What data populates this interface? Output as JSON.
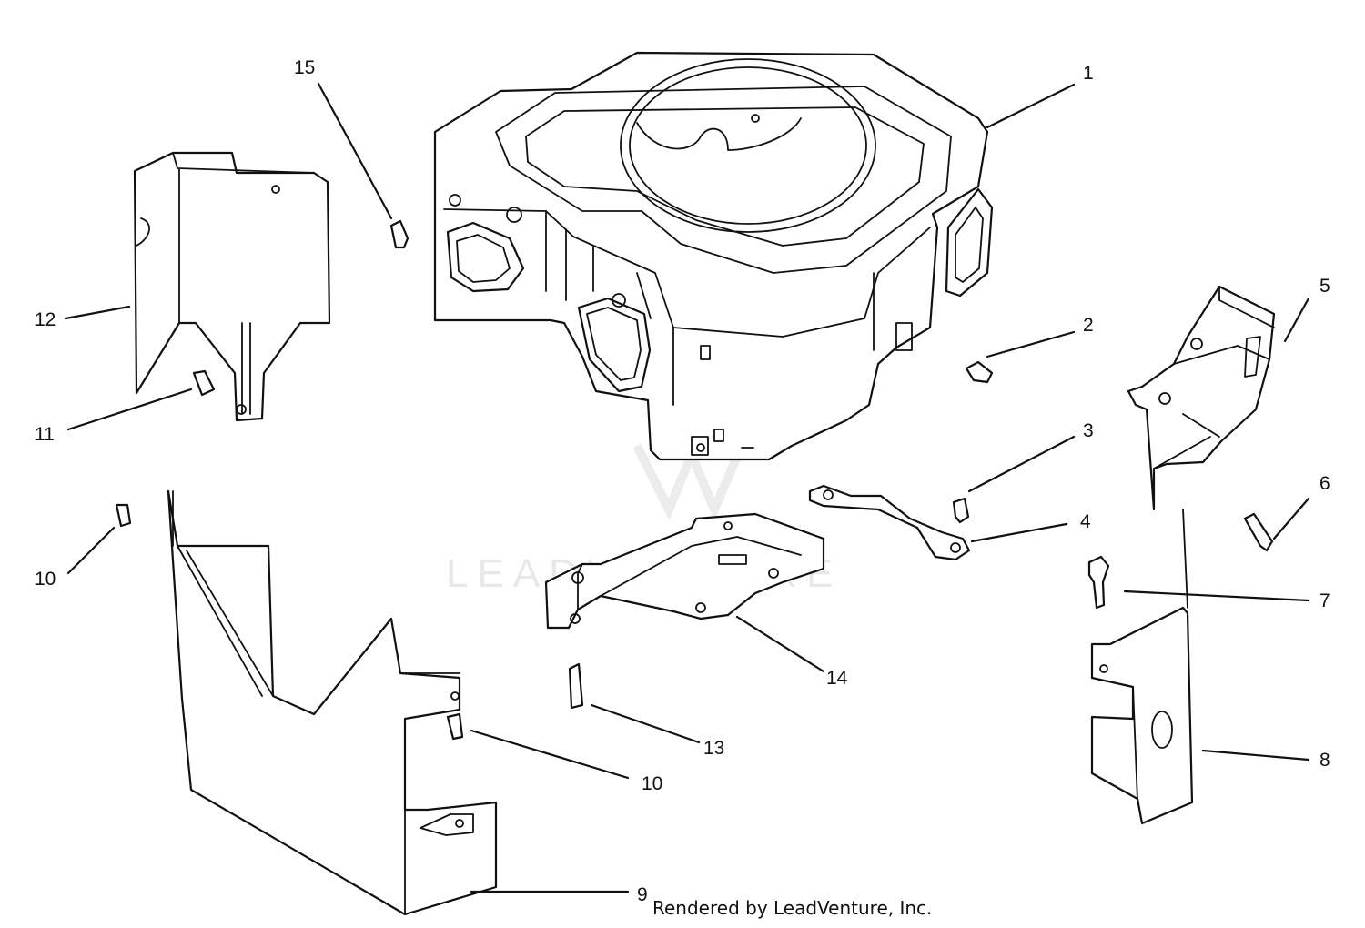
{
  "watermark": {
    "text": "LEADVENTURE"
  },
  "credit": "Rendered by LeadVenture, Inc.",
  "callouts": [
    {
      "id": "1",
      "label": "1"
    },
    {
      "id": "2",
      "label": "2"
    },
    {
      "id": "3",
      "label": "3"
    },
    {
      "id": "4",
      "label": "4"
    },
    {
      "id": "5",
      "label": "5"
    },
    {
      "id": "6",
      "label": "6"
    },
    {
      "id": "7",
      "label": "7"
    },
    {
      "id": "8",
      "label": "8"
    },
    {
      "id": "9",
      "label": "9"
    },
    {
      "id": "10a",
      "label": "10"
    },
    {
      "id": "10b",
      "label": "10"
    },
    {
      "id": "11",
      "label": "11"
    },
    {
      "id": "12",
      "label": "12"
    },
    {
      "id": "13",
      "label": "13"
    },
    {
      "id": "14",
      "label": "14"
    },
    {
      "id": "15",
      "label": "15"
    }
  ]
}
